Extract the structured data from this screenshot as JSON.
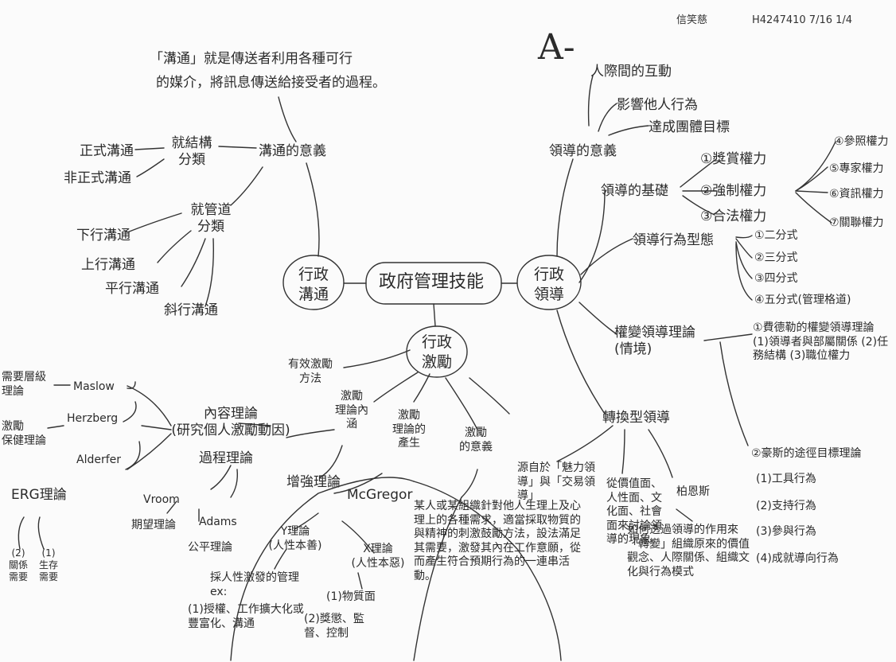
{
  "header": {
    "name": "信笑慈",
    "id": "H4247410 7/16 1/4",
    "grade": "A-"
  },
  "center": {
    "title": "政府管理技能"
  },
  "hubs": {
    "communication": "行政\n溝通",
    "leadership": "行政\n領導",
    "motivation": "行政\n激勵"
  },
  "communication": {
    "meaning_title": "溝通的意義",
    "definition_line1": "「溝通」就是傳送者利用各種可行",
    "definition_line2": "的媒介，將訊息傳送給接受者的過程。",
    "by_structure": "就結構\n分類",
    "formal": "正式溝通",
    "informal": "非正式溝通",
    "by_channel": "就管道\n分類",
    "downward": "下行溝通",
    "upward": "上行溝通",
    "lateral": "平行溝通",
    "diagonal": "斜行溝通"
  },
  "leadership": {
    "meaning_title": "領導的意義",
    "interaction": "人際間的互動",
    "influence": "影響他人行為",
    "goals": "達成團體目標",
    "basis_title": "領導的基礎",
    "reward_power": "①獎賞權力",
    "coercive_power": "②強制權力",
    "legitimate_power": "③合法權力",
    "referent_power": "④參照權力",
    "expert_power": "⑤專家權力",
    "info_power": "⑥資訊權力",
    "connection_power": "⑦關聯權力",
    "behavior_title": "領導行為型態",
    "two_style": "①二分式",
    "three_style": "②三分式",
    "four_style": "③四分式",
    "five_style": "④五分式(管理格道)",
    "contingency_title": "權變領導理論\n(情境)",
    "fiedler": "①費德勒的權變領導理論 (1)領導者與部屬關係 (2)任務結構 (3)職位權力",
    "house_title": "②豪斯的途徑目標理論",
    "house_1": "(1)工具行為",
    "house_2": "(2)支持行為",
    "house_3": "(3)參與行為",
    "house_4": "(4)成就導向行為",
    "transform_title": "轉換型領導",
    "transform_origin": "源自於「魅力領導」與「交易領導」",
    "transform_aspects": "從價值面、人性面、文化面、社會面來討論領導的現象。",
    "burns": "柏恩斯",
    "burns_desc": "如何透過領導的作用來「轉變」組織原來的價值觀念、人際關係、組織文化與行為模式"
  },
  "motivation": {
    "effective": "有效激勵\n方法",
    "theory_connotation": "激勵\n理論內\n涵",
    "content_theory": "內容理論\n(研究個人激勵動因)",
    "maslow": "Maslow",
    "maslow_theory": "需要層級\n理論",
    "herzberg": "Herzberg",
    "herzberg_theory": "激勵\n保健理論",
    "alderfer": "Alderfer",
    "erg": "ERG理論",
    "erg_1": "(1)\n生存\n需要",
    "erg_2": "(2)\n關係\n需要",
    "process_theory": "過程理論",
    "vroom": "Vroom",
    "expectancy": "期望理論",
    "adams": "Adams",
    "equity": "公平理論",
    "reinforcement": "增強理論",
    "emergence": "激勵\n理論的\n產生",
    "mcgregor": "McGregor",
    "theory_y": "Y理論\n(人性本善)",
    "theory_x": "X理論\n(人性本惡)",
    "y_practice": "採人性激發的管理 ex:",
    "y_examples": "(1)授權、工作擴大化或豐富化、溝通",
    "x_practice": "(1)物質面",
    "x_examples": "(2)獎懲、監督、控制",
    "meaning_title": "激勵\n的意義",
    "meaning_desc": "某人或某組織針對他人生理上及心理上的各種需求，適當採取物質的與精神的刺激鼓勵方法，設法滿足其需要，激發其內在工作意願，從而產生符合預期行為的一連串活動。"
  }
}
